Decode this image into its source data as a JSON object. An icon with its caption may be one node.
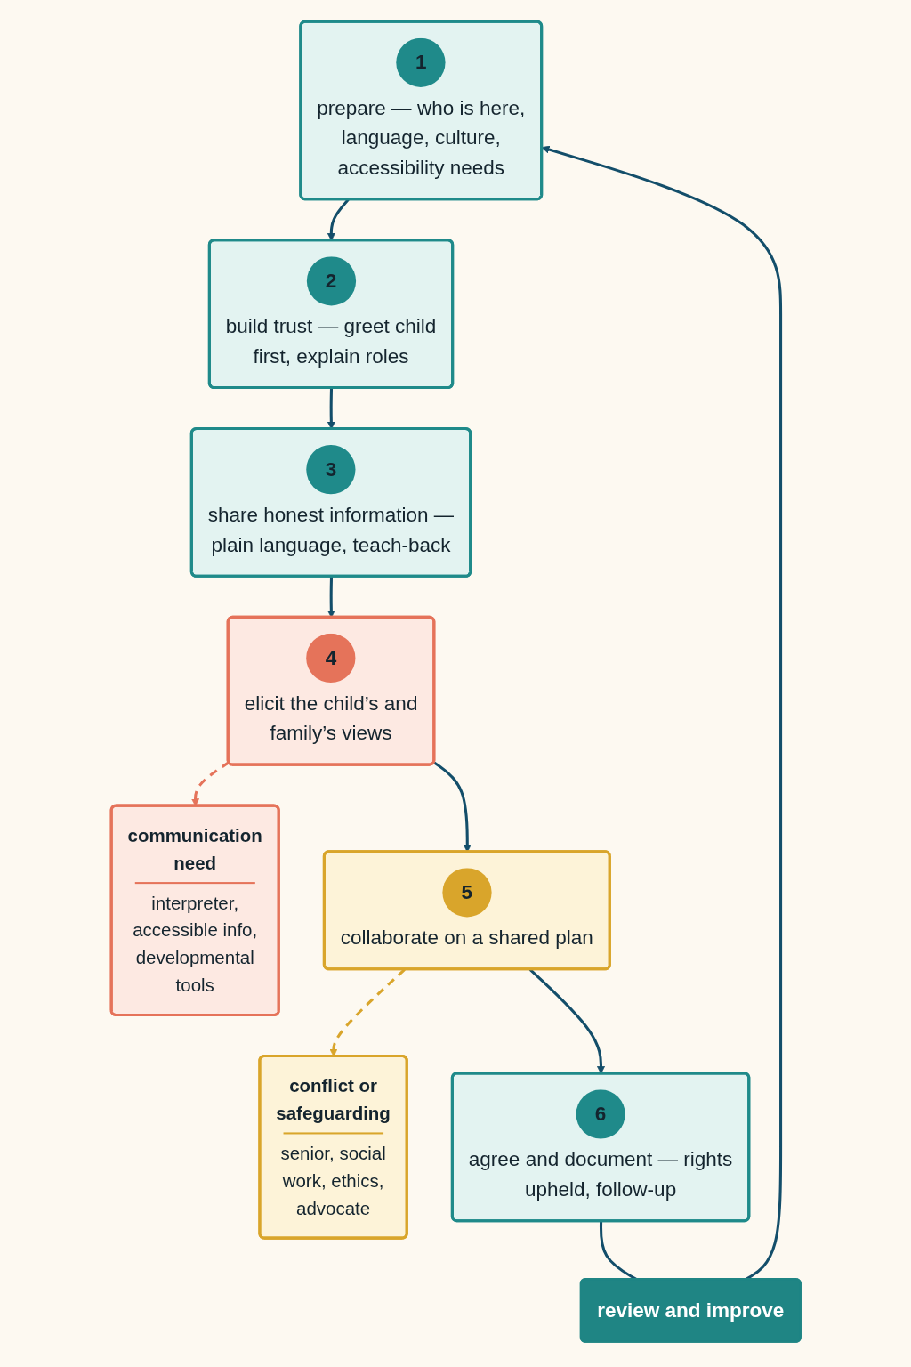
{
  "diagram": {
    "nodes": [
      {
        "text": [
          "1",
          "prepare — who is here, language, culture, accessibility needs"
        ]
      },
      {
        "text": [
          "2",
          "build trust — greet child first, explain roles"
        ]
      },
      {
        "text": [
          "3",
          "share honest information — plain language, teach-back"
        ]
      },
      {
        "text": [
          "4",
          "elicit the child’s and family’s views"
        ]
      },
      {
        "text": [
          "communication need",
          "interpreter, accessible info, developmental tools"
        ]
      },
      {
        "text": [
          "5",
          "collaborate on a shared plan"
        ]
      },
      {
        "text": [
          "conflict or safeguarding",
          "senior, social work, ethics, advocate"
        ]
      },
      {
        "text": [
          "6",
          "agree and document — rights upheld, follow-up"
        ]
      },
      {
        "text": [
          "review and improve"
        ]
      }
    ],
    "edges": [
      {
        "from": 0,
        "to": 1,
        "arrow": "to"
      },
      {
        "from": 1,
        "to": 2,
        "arrow": "to"
      },
      {
        "from": 2,
        "to": 3,
        "arrow": "to"
      },
      {
        "from": 3,
        "to": 4,
        "arrow": "to",
        "style": "dashed",
        "color": "#e5735a"
      },
      {
        "from": 3,
        "to": 5,
        "arrow": "to"
      },
      {
        "from": 5,
        "to": 7,
        "arrow": "to"
      },
      {
        "from": 5,
        "to": 6,
        "arrow": "to",
        "style": "dashed",
        "color": "#d9a52b"
      },
      {
        "from": 7,
        "to": 8,
        "arrow": "none"
      },
      {
        "from": 8,
        "to": 0,
        "arrow": "to"
      }
    ]
  }
}
